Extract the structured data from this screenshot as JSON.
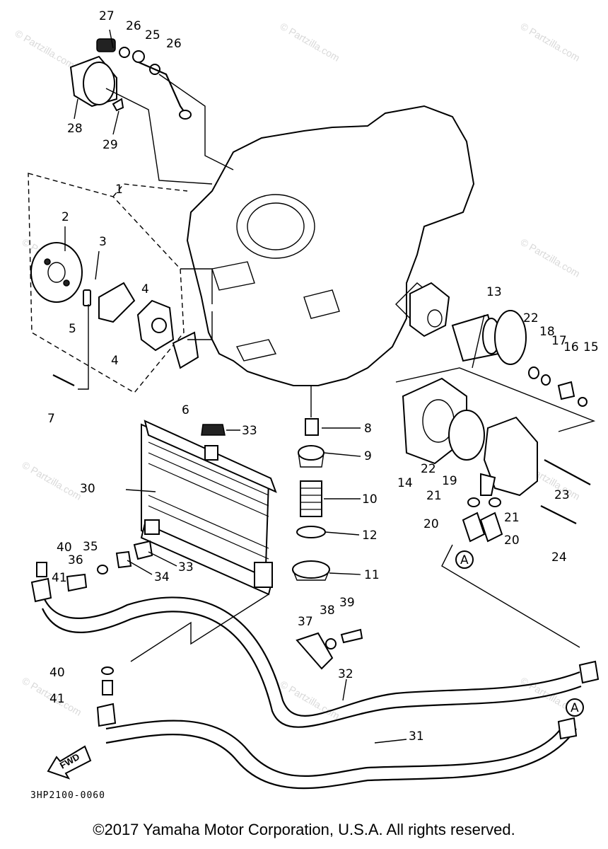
{
  "watermark": "© Partzilla.com",
  "callouts": {
    "c1": "1",
    "c2": "2",
    "c3": "3",
    "c4a": "4",
    "c4b": "4",
    "c5": "5",
    "c6": "6",
    "c7": "7",
    "c8": "8",
    "c9": "9",
    "c10": "10",
    "c11": "11",
    "c12": "12",
    "c13": "13",
    "c14": "14",
    "c15": "15",
    "c16": "16",
    "c17": "17",
    "c18": "18",
    "c19": "19",
    "c20a": "20",
    "c20b": "20",
    "c21a": "21",
    "c21b": "21",
    "c22a": "22",
    "c22b": "22",
    "c23": "23",
    "c24": "24",
    "c25": "25",
    "c26a": "26",
    "c26b": "26",
    "c27": "27",
    "c28": "28",
    "c29": "29",
    "c30": "30",
    "c31": "31",
    "c32": "32",
    "c33a": "33",
    "c33b": "33",
    "c34": "34",
    "c35": "35",
    "c36": "36",
    "c37": "37",
    "c38": "38",
    "c39": "39",
    "c40a": "40",
    "c40b": "40",
    "c41a": "41",
    "c41b": "41",
    "markerA1": "A",
    "markerA2": "A"
  },
  "fwd_label": "FWD",
  "ref_code": "3HP2100-0060",
  "copyright": "©2017 Yamaha Motor Corporation, U.S.A. All rights reserved."
}
